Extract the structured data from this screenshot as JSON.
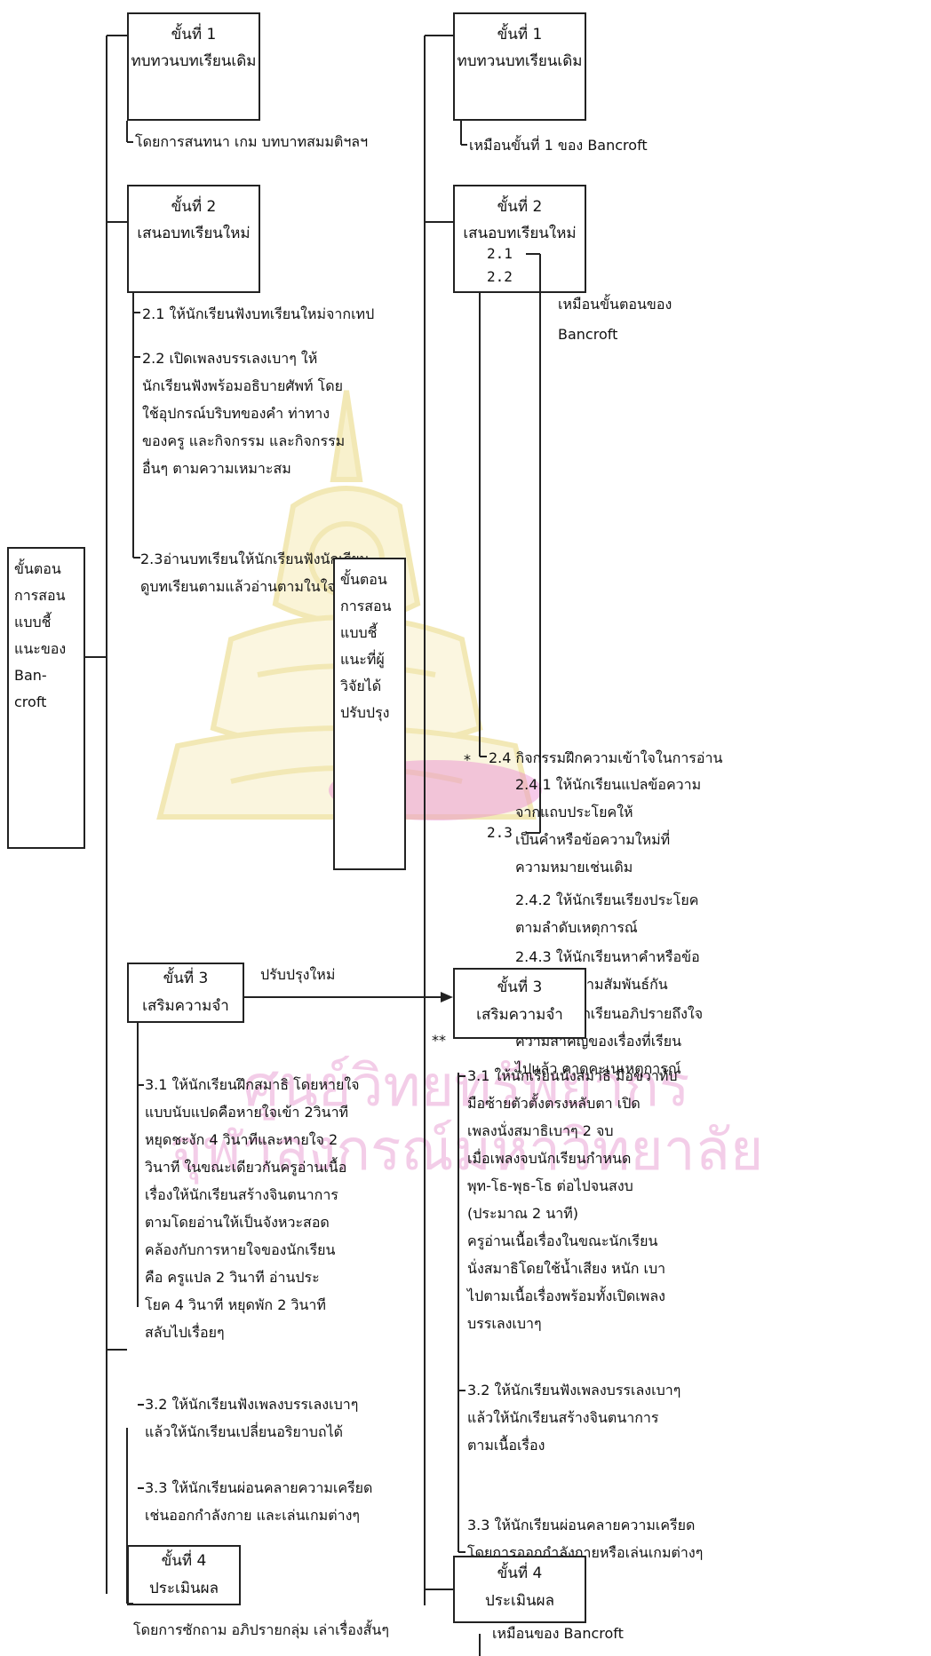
{
  "watermark": {
    "text": "ศูนย์วิทยทรัพยากร\nจุฬาลงกรณ์มหาวิทยาลัย"
  },
  "left_label": "ขั้นตอน\nการสอน\nแบบชี้\nแนะของ\nBan-\ncroft",
  "center_label": "ขั้นตอน\nการสอน\nแบบชี้\nแนะที่ผู้\nวิจัยได้\nปรับปรุง",
  "left": {
    "step1": {
      "step": "ขั้นที่ 1",
      "title": "ทบทวนบทเรียนเดิม",
      "note": "โดยการสนทนา เกม บทบาทสมมติฯลฯ"
    },
    "step2": {
      "step": "ขั้นที่ 2",
      "title": "เสนอบทเรียนใหม่",
      "items": [
        "2.1 ให้นักเรียนฟังบทเรียนใหม่จากเทป",
        "2.2 เปิดเพลงบรรเลงเบาๆ ให้\n      นักเรียนฟังพร้อมอธิบายศัพท์ โดย\n      ใช้อุปกรณ์บริบทของคำ ท่าทาง\n      ของครู และกิจกรรม และกิจกรรม\n      อื่นๆ ตามความเหมาะสม",
        "2.3อ่านบทเรียนให้นักเรียนฟังนักเรียน\nดูบทเรียนตามแล้วอ่านตามในใจ"
      ]
    },
    "step3": {
      "step": "ขั้นที่ 3",
      "title": "เสริมความจำ",
      "items": [
        "3.1 ให้นักเรียนฝึกสมาธิ โดยหายใจ\n      แบบนับแปดคือหายใจเข้า 2วินาที\n      หยุดชะงัก 4 วินาทีและหายใจ 2\n      วินาที ในขณะเดียวกันครูอ่านเนื้อ\n      เรื่องให้นักเรียนสร้างจินตนาการ\n      ตามโดยอ่านให้เป็นจังหวะสอด\n      คล้องกับการหายใจของนักเรียน\n      คือ ครูแปล 2 วินาที อ่านประ\n      โยค 4 วินาที หยุดพัก 2 วินาที\n      สลับไปเรื่อยๆ",
        "3.2 ให้นักเรียนฟังเพลงบรรเลงเบาๆ\n      แล้วให้นักเรียนเปลี่ยนอริยาบถได้",
        "3.3 ให้นักเรียนผ่อนคลายความเครียด\n      เช่นออกกำลังกาย และเล่นเกมต่างๆ"
      ]
    },
    "step4": {
      "step": "ขั้นที่ 4",
      "title": "ประเมินผล",
      "note": "โดยการซักถาม อภิปรายกลุ่ม เล่าเรื่องสั้นๆ"
    }
  },
  "arrow_label": "ปรับปรุงใหม่",
  "right": {
    "step1": {
      "step": "ขั้นที่ 1",
      "title": "ทบทวนบทเรียนเดิม",
      "note": "เหมือนขั้นที่ 1 ของ Bancroft"
    },
    "step2": {
      "step": "ขั้นที่ 2",
      "title": "เสนอบทเรียนใหม่",
      "items": [
        "2.1",
        "2.2",
        "2.3"
      ],
      "bracket_note": "เหมือนขั้นตอนของ\nBancroft",
      "star": "*",
      "item_24": "2.4 กิจกรรมฝึกความเข้าใจในการอ่าน",
      "sub_items": [
        "2.4.1 ให้นักเรียนแปลข้อความ\n          จากแถบประโยคให้\n          เป็นคำหรือข้อความใหม่ที่\n          ความหมายเช่นเดิม",
        "2.4.2 ให้นักเรียนเรียงประโยค\n          ตามลำดับเหตุการณ์",
        "2.4.3 ให้นักเรียนหาคำหรือข้อ\n          ความที่มีความสัมพันธ์กัน",
        "2.4.4 ให้นักเรียนอภิปรายถึงใจ\n          ความสำคัญของเรื่องที่เรียน\n          ไปแล้ว คาดคะเนเหตุการณ์"
      ]
    },
    "step3": {
      "step": "ขั้นที่ 3",
      "title": "เสริมความจำ",
      "star": "**",
      "items": [
        "3.1 ให้นักเรียนนั่งสมาธิ มือขวาทับ\n      มือซ้ายตัวตั้งตรงหลับตา เปิด\n      เพลงนั่งสมาธิเบาๆ 2 จบ\n      เมื่อเพลงจบนักเรียนกำหนด\n      พุท-โธ-พุธ-โธ ต่อไปจนสงบ\n      (ประมาณ 2 นาที)\n         ครูอ่านเนื้อเรื่องในขณะนักเรียน\n      นั่งสมาธิโดยใช้น้ำเสียง หนัก เบา\n      ไปตามเนื้อเรื่องพร้อมทั้งเปิดเพลง\n      บรรเลงเบาๆ",
        "3.2 ให้นักเรียนฟังเพลงบรรเลงเบาๆ\n      แล้วให้นักเรียนสร้างจินตนาการ\n      ตามเนื้อเรื่อง",
        "3.3 ให้นักเรียนผ่อนคลายความเครียด\n โดยการออกกำลังกายหรือเล่นเกมต่างๆ"
      ]
    },
    "step4": {
      "step": "ขั้นที่ 4",
      "title": "ประเมินผล",
      "note": "เหมือนของ Bancroft"
    }
  }
}
